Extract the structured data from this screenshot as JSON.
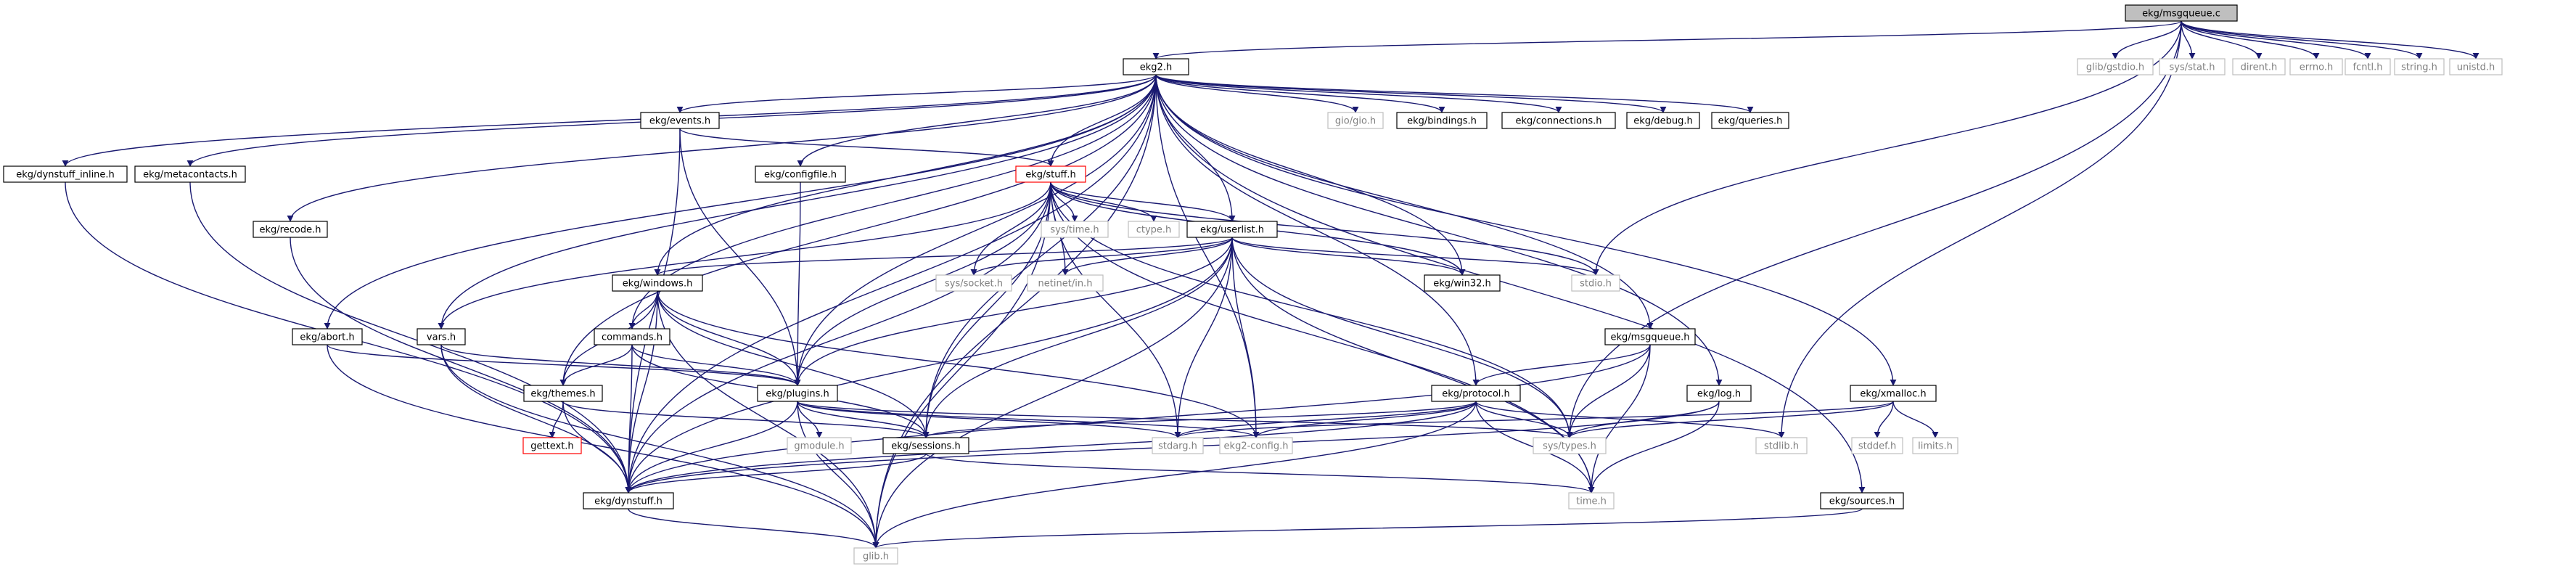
{
  "colors": {
    "edge": "#191970",
    "root_fill": "#bfbfbf",
    "node_border": "#000000",
    "system_border": "#bfbfbf",
    "missing_border": "#ff0000",
    "system_text": "#7f7f7f"
  },
  "nodes": {
    "root": "ekg/msgqueue.c",
    "ekg2": "ekg2.h",
    "glib_gstdio": "glib/gstdio.h",
    "sys_stat": "sys/stat.h",
    "dirent": "dirent.h",
    "errno": "errno.h",
    "fcntl": "fcntl.h",
    "string": "string.h",
    "unistd": "unistd.h",
    "dynstuff_inline": "ekg/dynstuff_inline.h",
    "metacontacts": "ekg/metacontacts.h",
    "recode": "ekg/recode.h",
    "abort": "ekg/abort.h",
    "events": "ekg/events.h",
    "configfile": "ekg/configfile.h",
    "stuff": "ekg/stuff.h",
    "gio": "gio/gio.h",
    "bindings": "ekg/bindings.h",
    "connections": "ekg/connections.h",
    "debug": "ekg/debug.h",
    "queries": "ekg/queries.h",
    "vars": "vars.h",
    "windows": "ekg/windows.h",
    "sys_time": "sys/time.h",
    "ctype": "ctype.h",
    "userlist": "ekg/userlist.h",
    "sys_socket": "sys/socket.h",
    "netinet_in": "netinet/in.h",
    "win32": "ekg/win32.h",
    "stdio": "stdio.h",
    "commands": "commands.h",
    "themes": "ekg/themes.h",
    "gettext": "gettext.h",
    "plugins": "ekg/plugins.h",
    "msgqueue_h": "ekg/msgqueue.h",
    "protocol": "ekg/protocol.h",
    "log": "ekg/log.h",
    "xmalloc": "ekg/xmalloc.h",
    "gmodule": "gmodule.h",
    "sessions": "ekg/sessions.h",
    "stdarg": "stdarg.h",
    "ekg2_config": "ekg2-config.h",
    "sys_types": "sys/types.h",
    "stdlib": "stdlib.h",
    "stddef": "stddef.h",
    "limits": "limits.h",
    "dynstuff": "ekg/dynstuff.h",
    "time": "time.h",
    "sources": "ekg/sources.h",
    "glib": "glib.h"
  }
}
